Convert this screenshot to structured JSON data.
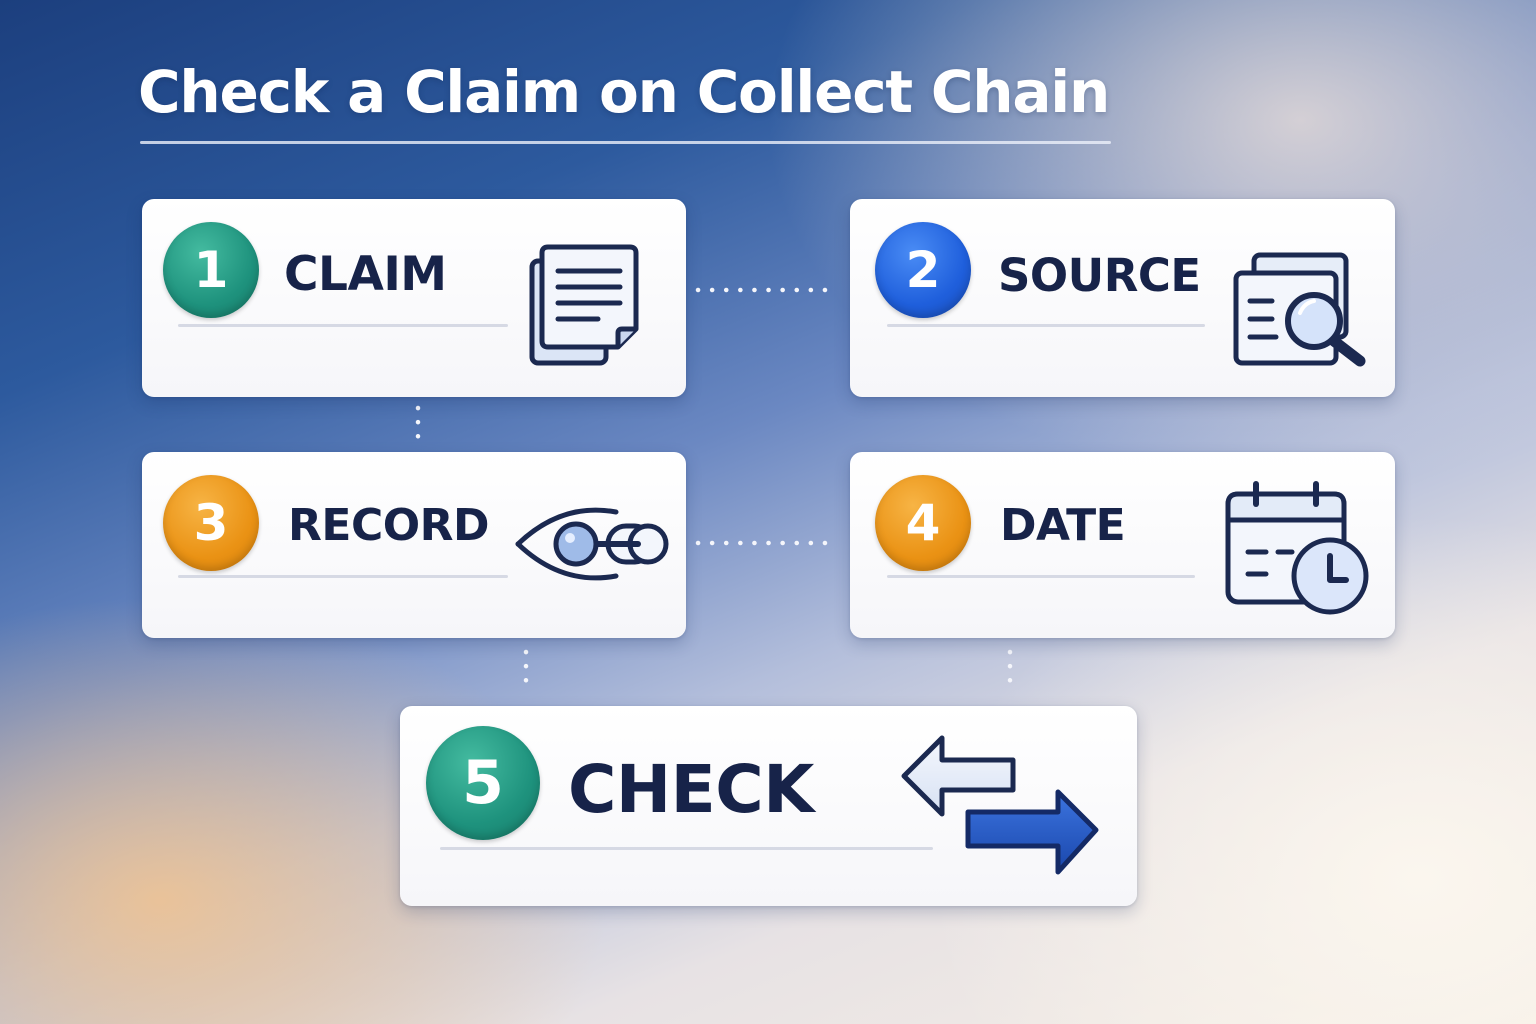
{
  "title": "Check a Claim on Collect Chain",
  "steps": [
    {
      "number": "1",
      "label": "CLAIM",
      "icon": "documents-icon",
      "color": "#1e927d"
    },
    {
      "number": "2",
      "label": "SOURCE",
      "icon": "document-search-icon",
      "color": "#1f5fdc"
    },
    {
      "number": "3",
      "label": "RECORD",
      "icon": "eye-link-icon",
      "color": "#ea9214"
    },
    {
      "number": "4",
      "label": "DATE",
      "icon": "calendar-clock-icon",
      "color": "#ea9214"
    },
    {
      "number": "5",
      "label": "CHECK",
      "icon": "swap-arrows-icon",
      "color": "#1e927d"
    }
  ],
  "colors": {
    "text_dark": "#172349",
    "icon_stroke": "#1b2950",
    "icon_fill": "#e3ebf8",
    "connector_dots": "#f5f6fb"
  }
}
